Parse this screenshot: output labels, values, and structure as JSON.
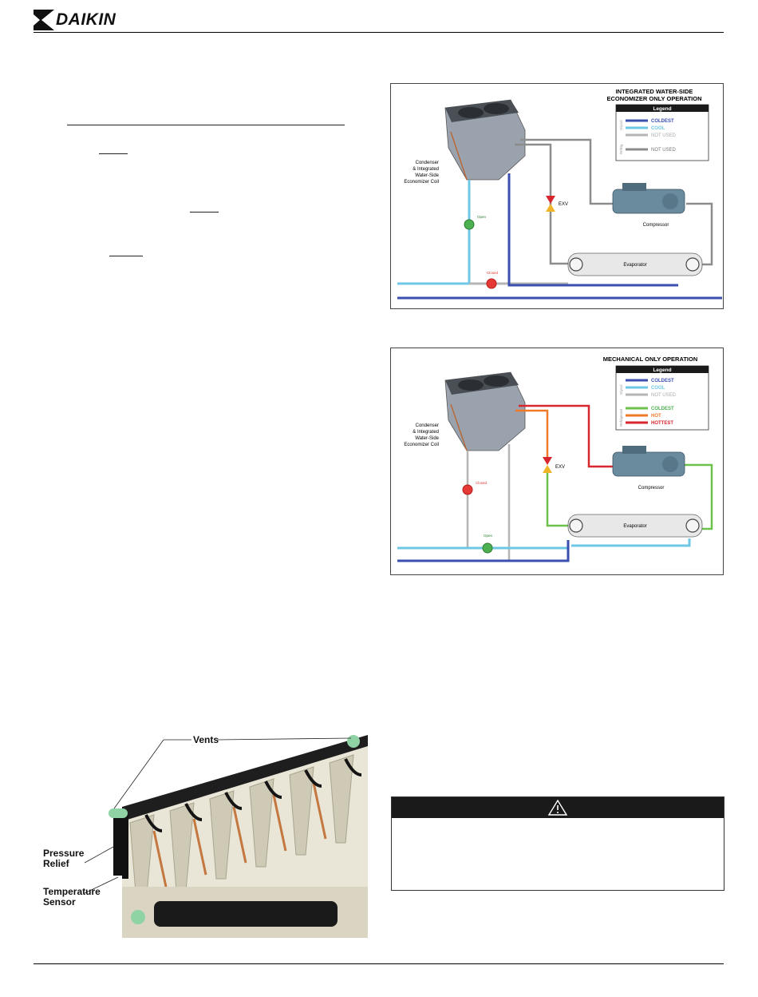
{
  "header": {
    "logo_text": "DAIKIN"
  },
  "diagram_top": {
    "title_line1": "INTEGRATED WATER-SIDE",
    "title_line2": "ECONOMIZER ONLY OPERATION",
    "legend_title": "Legend",
    "legend_group_glycol": "Glycol",
    "legend_group_refrig": "Refrig.",
    "legend_items": [
      {
        "label": "COLDEST",
        "color": "#3a4fb0"
      },
      {
        "label": "COOL",
        "color": "#6fc7e6"
      },
      {
        "label": "NOT USED",
        "color": "#b5b5b5"
      },
      {
        "label": "NOT USED",
        "color": "#8c8c8c"
      }
    ],
    "label_condenser": [
      "Condenser",
      "& Integrated",
      "Water-Side",
      "Economizer Coil"
    ],
    "label_exv": "EXV",
    "label_compressor": "Compressor",
    "label_evaporator": "Evaporator",
    "label_open": "Open",
    "label_closed": "Closed"
  },
  "diagram_bottom": {
    "title": "MECHANICAL ONLY OPERATION",
    "legend_title": "Legend",
    "legend_group_glycol": "Glycol",
    "legend_group_refrig": "Refrigerant",
    "legend_items": [
      {
        "label": "COLDEST",
        "color": "#3a4fb0"
      },
      {
        "label": "COOL",
        "color": "#6fc7e6"
      },
      {
        "label": "NOT USED",
        "color": "#b5b5b5"
      },
      {
        "label": "COLDEST",
        "color": "#6cc24a"
      },
      {
        "label": "HOT",
        "color": "#f07a2a"
      },
      {
        "label": "HOTTEST",
        "color": "#d8262e"
      }
    ],
    "label_condenser": [
      "Condenser",
      "& Integrated",
      "Water-Side",
      "Economizer Coil"
    ],
    "label_exv": "EXV",
    "label_compressor": "Compressor",
    "label_evaporator": "Evaporator",
    "label_open": "Open",
    "label_closed": "Closed"
  },
  "photo": {
    "callout_vents": "Vents",
    "callout_pressure_relief": [
      "Pressure",
      "Relief"
    ],
    "callout_temperature_sensor": [
      "Temperature",
      "Sensor"
    ]
  },
  "colors": {
    "coldest": "#3a4fb0",
    "cool": "#6fc7e6",
    "not_used": "#b5b5b5",
    "refrig_not_used": "#8c8c8c",
    "ref_coldest": "#6cc24a",
    "ref_hot": "#f07a2a",
    "ref_hottest": "#d8262e"
  }
}
